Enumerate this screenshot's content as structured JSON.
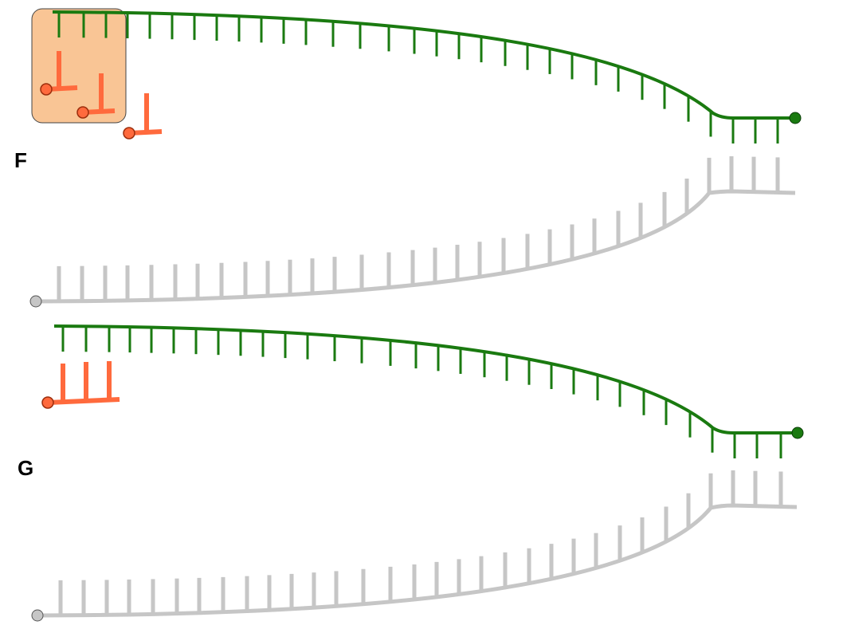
{
  "panels": [
    {
      "id": "F",
      "label": "F",
      "primers_total": 3,
      "primers_in_highlight_box": 2,
      "primers_joined": false,
      "highlight_box": true
    },
    {
      "id": "G",
      "label": "G",
      "primers_total": 3,
      "primers_in_highlight_box": 0,
      "primers_joined": true,
      "highlight_box": false
    }
  ],
  "colors": {
    "leading_strand": "#1a7a10",
    "template_strand": "#c6c6c6",
    "primer": "#ff6a3d",
    "primer_outline": "#9c2d0c",
    "highlight_fill": "#f9c595",
    "highlight_stroke": "#444444"
  }
}
